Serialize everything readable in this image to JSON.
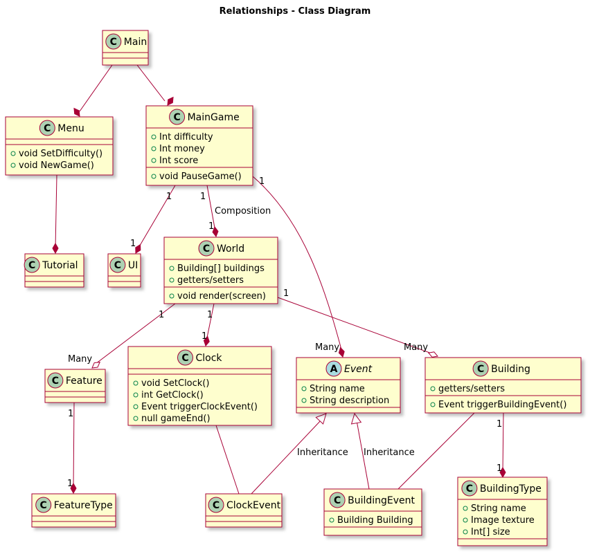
{
  "title": "Relationships - Class Diagram",
  "colors": {
    "class_fill": "#FEFECE",
    "class_border": "#A80036",
    "edge": "#A80036",
    "circle_class": "#ADD1B2",
    "circle_abstract": "#A9DCDF",
    "shadow": "#C8C8C8"
  },
  "classes": [
    {
      "id": "main",
      "name": "Main",
      "stereotype": "C",
      "abstract": false,
      "attributes": [],
      "methods": []
    },
    {
      "id": "menu",
      "name": "Menu",
      "stereotype": "C",
      "abstract": false,
      "attributes": [],
      "methods": [
        "void SetDifficulty()",
        "void NewGame()"
      ]
    },
    {
      "id": "maingame",
      "name": "MainGame",
      "stereotype": "C",
      "abstract": false,
      "attributes": [
        "Int difficulty",
        "Int money",
        "Int score"
      ],
      "methods": [
        "void PauseGame()"
      ]
    },
    {
      "id": "tutorial",
      "name": "Tutorial",
      "stereotype": "C",
      "abstract": false,
      "attributes": [],
      "methods": []
    },
    {
      "id": "ui",
      "name": "UI",
      "stereotype": "C",
      "abstract": false,
      "attributes": [],
      "methods": []
    },
    {
      "id": "world",
      "name": "World",
      "stereotype": "C",
      "abstract": false,
      "attributes": [
        "Building[] buildings",
        "getters/setters"
      ],
      "methods": [
        "void render(screen)"
      ]
    },
    {
      "id": "feature",
      "name": "Feature",
      "stereotype": "C",
      "abstract": false,
      "attributes": [],
      "methods": []
    },
    {
      "id": "clock",
      "name": "Clock",
      "stereotype": "C",
      "abstract": false,
      "attributes": [],
      "methods": [
        "void SetClock()",
        "int GetClock()",
        "Event triggerClockEvent()",
        "null gameEnd()"
      ]
    },
    {
      "id": "event",
      "name": "Event",
      "stereotype": "A",
      "abstract": true,
      "attributes": [
        "String name",
        "String description"
      ],
      "methods": []
    },
    {
      "id": "building",
      "name": "Building",
      "stereotype": "C",
      "abstract": false,
      "attributes": [
        "getters/setters"
      ],
      "methods": [
        "Event triggerBuildingEvent()"
      ]
    },
    {
      "id": "featuretype",
      "name": "FeatureType",
      "stereotype": "C",
      "abstract": false,
      "attributes": [],
      "methods": []
    },
    {
      "id": "clockevent",
      "name": "ClockEvent",
      "stereotype": "C",
      "abstract": false,
      "attributes": [],
      "methods": []
    },
    {
      "id": "buildingevent",
      "name": "BuildingEvent",
      "stereotype": "C",
      "abstract": false,
      "attributes": [
        "Building Building"
      ],
      "methods": []
    },
    {
      "id": "buildingtype",
      "name": "BuildingType",
      "stereotype": "C",
      "abstract": false,
      "attributes": [
        "String name",
        "Image texture",
        "Int[] size"
      ],
      "methods": []
    }
  ],
  "relations": [
    {
      "id": "main-menu",
      "from": "main",
      "to": "menu",
      "kind": "composition",
      "label": "",
      "from_mult": "",
      "to_mult": ""
    },
    {
      "id": "main-maingame",
      "from": "main",
      "to": "maingame",
      "kind": "composition",
      "label": "",
      "from_mult": "",
      "to_mult": ""
    },
    {
      "id": "menu-tutorial",
      "from": "menu",
      "to": "tutorial",
      "kind": "composition",
      "label": "",
      "from_mult": "",
      "to_mult": ""
    },
    {
      "id": "maingame-ui",
      "from": "maingame",
      "to": "ui",
      "kind": "composition",
      "label": "",
      "from_mult": "1",
      "to_mult": "1"
    },
    {
      "id": "maingame-world",
      "from": "maingame",
      "to": "world",
      "kind": "composition",
      "label": "Composition",
      "from_mult": "1",
      "to_mult": "1"
    },
    {
      "id": "maingame-event",
      "from": "maingame",
      "to": "event",
      "kind": "composition",
      "label": "",
      "from_mult": "1",
      "to_mult": "Many"
    },
    {
      "id": "world-feature",
      "from": "world",
      "to": "feature",
      "kind": "aggregation",
      "label": "",
      "from_mult": "1",
      "to_mult": "Many"
    },
    {
      "id": "world-clock",
      "from": "world",
      "to": "clock",
      "kind": "composition",
      "label": "",
      "from_mult": "1",
      "to_mult": "1"
    },
    {
      "id": "world-building",
      "from": "world",
      "to": "building",
      "kind": "aggregation",
      "label": "",
      "from_mult": "1",
      "to_mult": "Many"
    },
    {
      "id": "feature-featuretype",
      "from": "feature",
      "to": "featuretype",
      "kind": "composition",
      "label": "",
      "from_mult": "1",
      "to_mult": "1"
    },
    {
      "id": "clock-clockevent",
      "from": "clock",
      "to": "clockevent",
      "kind": "association",
      "label": "",
      "from_mult": "",
      "to_mult": ""
    },
    {
      "id": "clockevent-event",
      "from": "clockevent",
      "to": "event",
      "kind": "inheritance",
      "label": "Inheritance",
      "from_mult": "",
      "to_mult": ""
    },
    {
      "id": "buildingevent-event",
      "from": "buildingevent",
      "to": "event",
      "kind": "inheritance",
      "label": "Inheritance",
      "from_mult": "",
      "to_mult": ""
    },
    {
      "id": "building-buildingevent",
      "from": "building",
      "to": "buildingevent",
      "kind": "association",
      "label": "",
      "from_mult": "",
      "to_mult": ""
    },
    {
      "id": "building-buildingtype",
      "from": "building",
      "to": "buildingtype",
      "kind": "composition",
      "label": "",
      "from_mult": "1",
      "to_mult": "1"
    }
  ]
}
